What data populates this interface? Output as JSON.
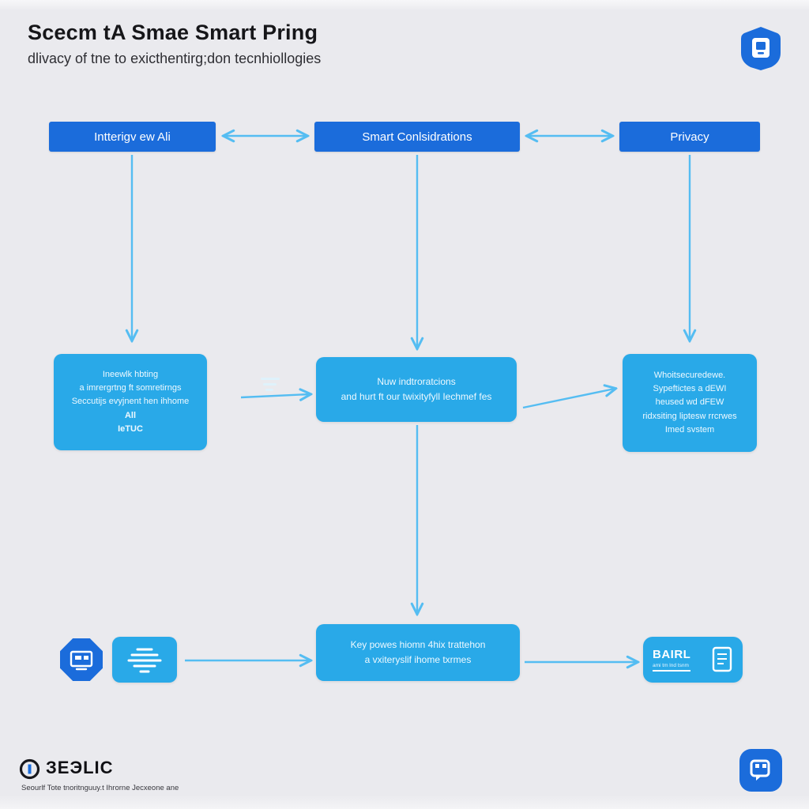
{
  "title": {
    "heading": "Scecm tA Smae Smart Pring",
    "subtitle": "dlivacy of tne to exicthentirg;don tecnhiollogies"
  },
  "flow": {
    "headers": [
      {
        "label": "Intterigv ew Ali"
      },
      {
        "label": "Smart Conlsidrations"
      },
      {
        "label": "Privacy"
      }
    ],
    "details": {
      "left": {
        "lines": [
          "Ineewlk hbting",
          "a imrergrtng ft somretirngs",
          "Seccutijs evyjnent hen ihhome",
          "All",
          "IeTUC"
        ]
      },
      "center": {
        "lines": [
          "Nuw indtroratcions",
          "and hurt ft our twixityfyll Iechmef fes"
        ]
      },
      "right": {
        "lines": [
          "Whoitsecuredewe.",
          "Sypeftictes a dEWI",
          "heused wd dFEW",
          "ridxsiting liptesw rrcrwes",
          "Imed svstem"
        ]
      }
    },
    "bottom": {
      "lines": [
        "Key powes hiomn 4hix trattehon",
        "a vxiteryslif ihome txrmes"
      ]
    }
  },
  "badge": {
    "label": "BAIRL",
    "sub": "ami tm lnd tsnm"
  },
  "footer": {
    "brand": "ЗЕЭLIC",
    "caption": "Seourlf Tote tnoritnguuy.t Ihrorne Jecxeone ane"
  },
  "icons": {
    "top_right": "shield-device-icon",
    "bottom_left_octagon": "octagon-monitor-icon",
    "bottom_left_fan": "signal-fan-icon",
    "badge_doc": "document-icon",
    "bottom_right": "shield-grid-icon",
    "footer_logo": "circle-logo-icon"
  },
  "colors": {
    "background": "#eaeaee",
    "header_blue": "#1b6cdb",
    "box_cyan": "#29a9e8",
    "arrow_blue": "#55bdf2",
    "text_dark": "#161619"
  }
}
